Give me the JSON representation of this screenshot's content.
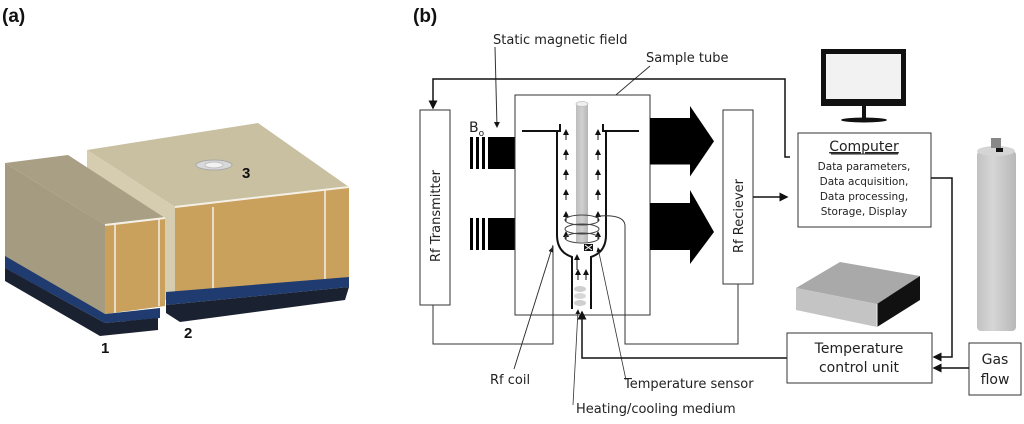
{
  "panel_a": {
    "label": "(a)",
    "markers": [
      "1",
      "2",
      "3"
    ],
    "colors": {
      "top": "#c9c0a2",
      "side": "#a89f85",
      "front": "#c9a05c",
      "blue": "#1f3b70",
      "base": "#1a2130"
    }
  },
  "panel_b": {
    "label": "(b)",
    "labels": {
      "static_field": "Static magnetic field",
      "sample_tube": "Sample tube",
      "b0": "B",
      "b0_sub": "o",
      "rf_transmitter": "Rf Transmitter",
      "rf_receiver": "Rf Reciever",
      "rf_coil": "Rf coil",
      "temp_sensor": "Temperature sensor",
      "heating_medium": "Heating/cooling medium",
      "computer_title": "Computer",
      "computer_lines": [
        "Data parameters,",
        "Data acquisition,",
        "Data processing,",
        "Storage, Display"
      ],
      "temp_unit_1": "Temperature",
      "temp_unit_2": "control unit",
      "gas_1": "Gas",
      "gas_2": "flow"
    }
  }
}
